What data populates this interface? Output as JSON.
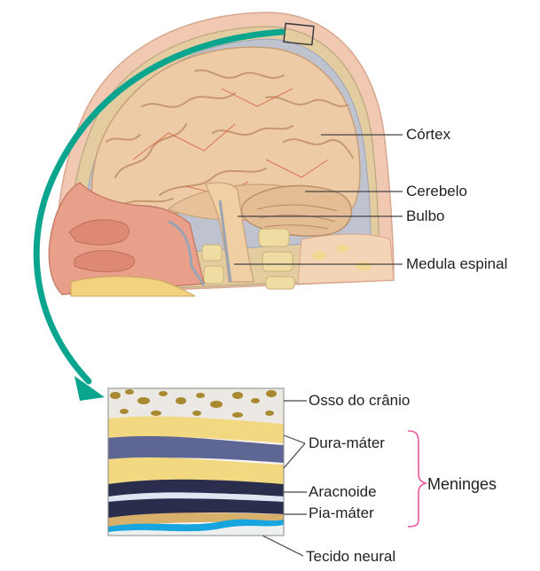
{
  "diagram": {
    "head_labels": {
      "cortex": "Córtex",
      "cerebelo": "Cerebelo",
      "bulbo": "Bulbo",
      "medula": "Medula espinal"
    },
    "layer_labels": {
      "osso": "Osso do crânio",
      "dura": "Dura-máter",
      "aracnoide": "Aracnoide",
      "pia": "Pia-máter",
      "tecido": "Tecido neural"
    },
    "group_label": "Meninges",
    "colors": {
      "arrow": "#0aa58f",
      "bracket": "#e8559a",
      "brain": "#eccba6",
      "skull": "#dcc596",
      "bone_yellow": "#f3d882",
      "dura_blue": "#5e6694",
      "arachnoid_dark": "#2b2d4c",
      "pia_cyan": "#16a5de"
    }
  }
}
